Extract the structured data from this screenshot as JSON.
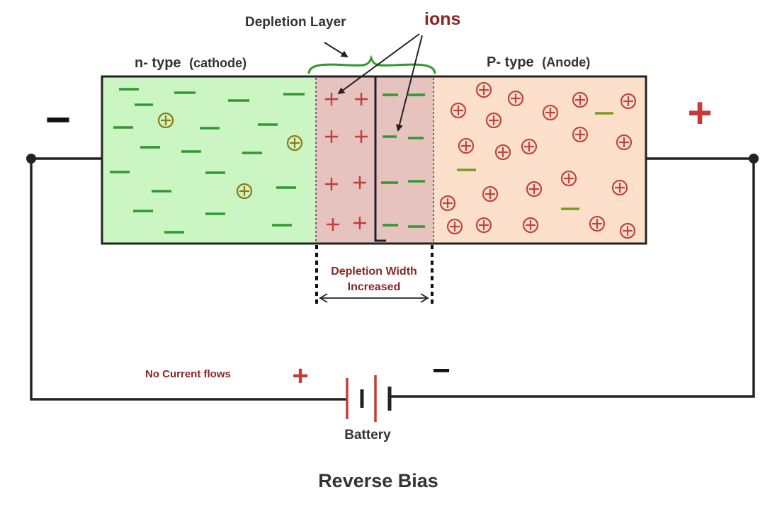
{
  "labels": {
    "depletion_layer": "Depletion Layer",
    "ions": "ions",
    "n_type": "n- type",
    "n_type_paren": "(cathode)",
    "p_type": "P- type",
    "p_type_paren": "(Anode)",
    "left_terminal": "−",
    "right_terminal": "+",
    "depletion_width_line1": "Depletion Width",
    "depletion_width_line2": "Increased",
    "no_current": "No Current flows",
    "battery_plus": "+",
    "battery_minus": "−",
    "battery": "Battery",
    "title": "Reverse Bias"
  },
  "colors": {
    "n_region_fill": "#ccf5c4",
    "depletion_fill": "#e6c3be",
    "p_region_fill": "#fde0cc",
    "green_mark": "#2f9a2f",
    "red_mark": "#c83a3a",
    "dark_red_text": "#8b2525",
    "hole_symbol": "#c0443c",
    "donor_symbol": "#8a7a10",
    "outline": "#222222"
  },
  "icons": {
    "electron": "minus-sign",
    "hole": "circled-plus",
    "positive_ion": "plus-sign",
    "negative_ion": "minus-sign",
    "battery": "battery-icon"
  }
}
